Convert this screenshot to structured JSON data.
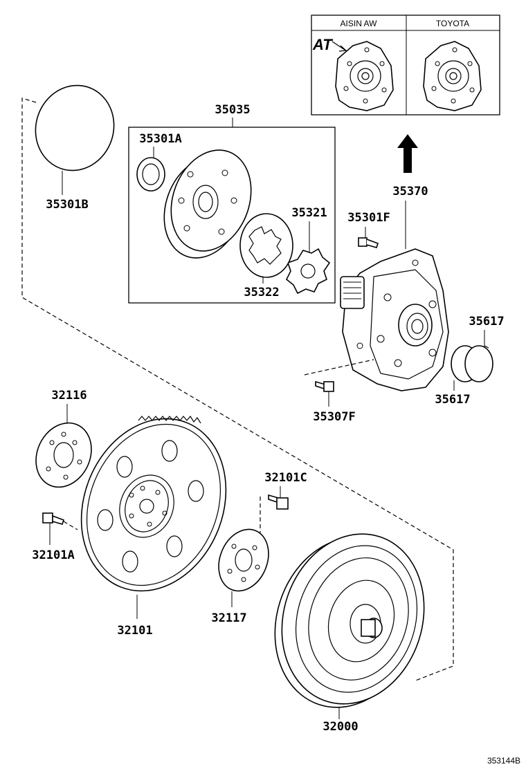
{
  "labels": {
    "p35301B": "35301B",
    "p35035": "35035",
    "p35301A": "35301A",
    "p35321": "35321",
    "p35322": "35322",
    "p35370": "35370",
    "p35301F": "35301F",
    "p35617a": "35617",
    "p35617b": "35617",
    "p35307F": "35307F",
    "p32116": "32116",
    "p32101C": "32101C",
    "p32101A": "32101A",
    "p32101": "32101",
    "p32117": "32117",
    "p32000": "32000"
  },
  "inset": {
    "left_header": "AISIN AW",
    "right_header": "TOYOTA",
    "at_mark": "AT"
  },
  "diagram_code": "353144B"
}
